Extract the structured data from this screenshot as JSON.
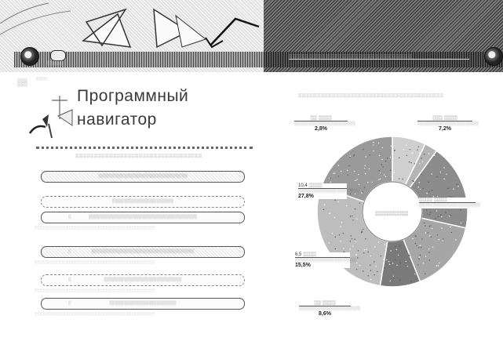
{
  "banner": {
    "caption": "░░░░░░░░░░░░░░░░░░░░░░░░░░░░░░",
    "mini_label": "░░░░░"
  },
  "page": {
    "corner_label": "░░",
    "corner_sub": "░░░░░",
    "title_line1": "Программный",
    "title_line2": "навигатор"
  },
  "program_list": {
    "header": "░░░░░░░░░░░░░░░░░░░░░░░░░░░░░░░░░░",
    "items": [
      {
        "label": "░░░░░░░░░░░░░░░░░░░░░░░░░░░░░░░░",
        "num": "",
        "caption": ""
      },
      {
        "label": "░░░░░░░░░░░░░░░░░░░░░░",
        "num": "",
        "caption": ""
      },
      {
        "label": "░░░░░░░░░░░░░░░░░░░░░░░░░░░░░░░░░░░░░░░",
        "num": "░",
        "caption": "░░░░░░░░░░░░░░░░░░░░░░░░░░░░░░░░░░░░░░░░░░░░░░"
      },
      {
        "label": "░░░░░░░░░░░░░░░░░░░░░░░░░░░░░░░░░░░░░",
        "num": "░",
        "caption": "░░░░░░░░░░░░░░░░░░░░░░░░░░░░░░░░░░░░░░░░░░░░░░"
      },
      {
        "label": "░░░░░░░░░░░░░░░░░░░░░░░░░░░░",
        "num": "░",
        "caption": "░░░░░░░░░░░░░░░░░░░░░░░░░░░░░░░░░░░░░░░░░░░░░░"
      },
      {
        "label": "░░░░░░░░░░░░░░░░░░░░░░░░",
        "num": "░",
        "caption": "░░░░░░░░░░░░░░░░░░░░░░░░░░░░░░░░░░░░░░░░░░░░░░"
      }
    ]
  },
  "chart_data": {
    "type": "pie",
    "title": "░░░░░░░░░░░░░░░░░░░░░░░░░░░░░░░░░░░░░░░",
    "center_label": "░░░░░░░░░░",
    "slices": [
      {
        "amount": "░░░ ░░░░",
        "description": "░░░░░░░░░░░░░░░░░░░░░░",
        "label": "7,2%",
        "value": 7.2
      },
      {
        "amount": "░░ ░░░░",
        "description": "░░░░░░░░░░░░░░░░░░░░░░",
        "label": "2,8%",
        "value": 2.8
      },
      {
        "amount": "░░░░ ░░░░",
        "description": "░░░░░░░░░░░░░░░░░░░░░░",
        "label": "",
        "value": 18.5
      },
      {
        "amount": "6,5 ░░░░",
        "description": "░░░░░░░░░░░░░░░░░░░░░░",
        "label": "15,5%",
        "value": 15.5
      },
      {
        "amount": "░░ ░░░░",
        "description": "░░░░░░░░░░░░░░░░░░░░░░",
        "label": "8,6%",
        "value": 8.6
      },
      {
        "amount": "10,4 ░░░░",
        "description": "░░░░░░░░░░░░░░░░░░░░░░",
        "label": "27,8%",
        "value": 27.8
      },
      {
        "amount": "",
        "description": "",
        "label": "",
        "value": 19.6
      }
    ],
    "colors": [
      "#cfcfcf",
      "#b4b4b4",
      "#8c8c8c",
      "#a6a6a6",
      "#7a7a7a",
      "#bdbdbd",
      "#9a9a9a"
    ],
    "legend": "none",
    "grid": false
  }
}
